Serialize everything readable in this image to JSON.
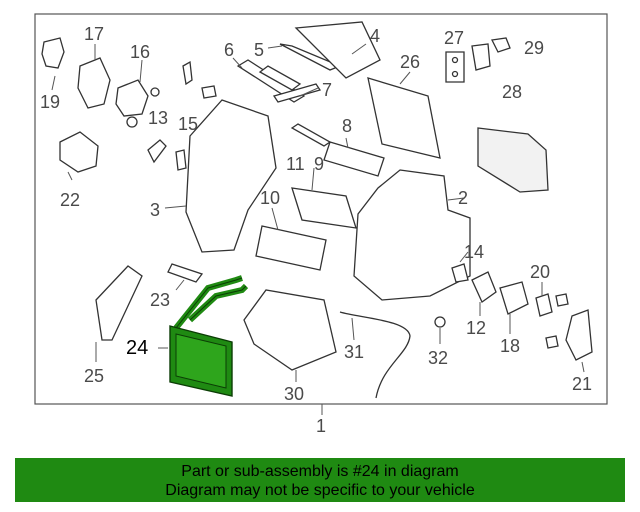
{
  "diagram": {
    "assembly_label": "1",
    "highlighted_part": "24",
    "highlight_color": "#1f8a12",
    "banner_color": "#1f8a12",
    "part_labels": {
      "p2": "2",
      "p3": "3",
      "p4": "4",
      "p5": "5",
      "p6": "6",
      "p7": "7",
      "p8": "8",
      "p9": "9",
      "p10": "10",
      "p11": "11",
      "p12": "12",
      "p13": "13",
      "p14": "14",
      "p15": "15",
      "p16": "16",
      "p17": "17",
      "p18": "18",
      "p19": "19",
      "p20": "20",
      "p21": "21",
      "p22": "22",
      "p23": "23",
      "p24": "24",
      "p25": "25",
      "p26": "26",
      "p27": "27",
      "p28": "28",
      "p29": "29",
      "p30": "30",
      "p31": "31",
      "p32": "32"
    }
  },
  "banner": {
    "line1": "Part or sub-assembly is #24 in diagram",
    "line2": "Diagram may not be specific to your vehicle"
  }
}
